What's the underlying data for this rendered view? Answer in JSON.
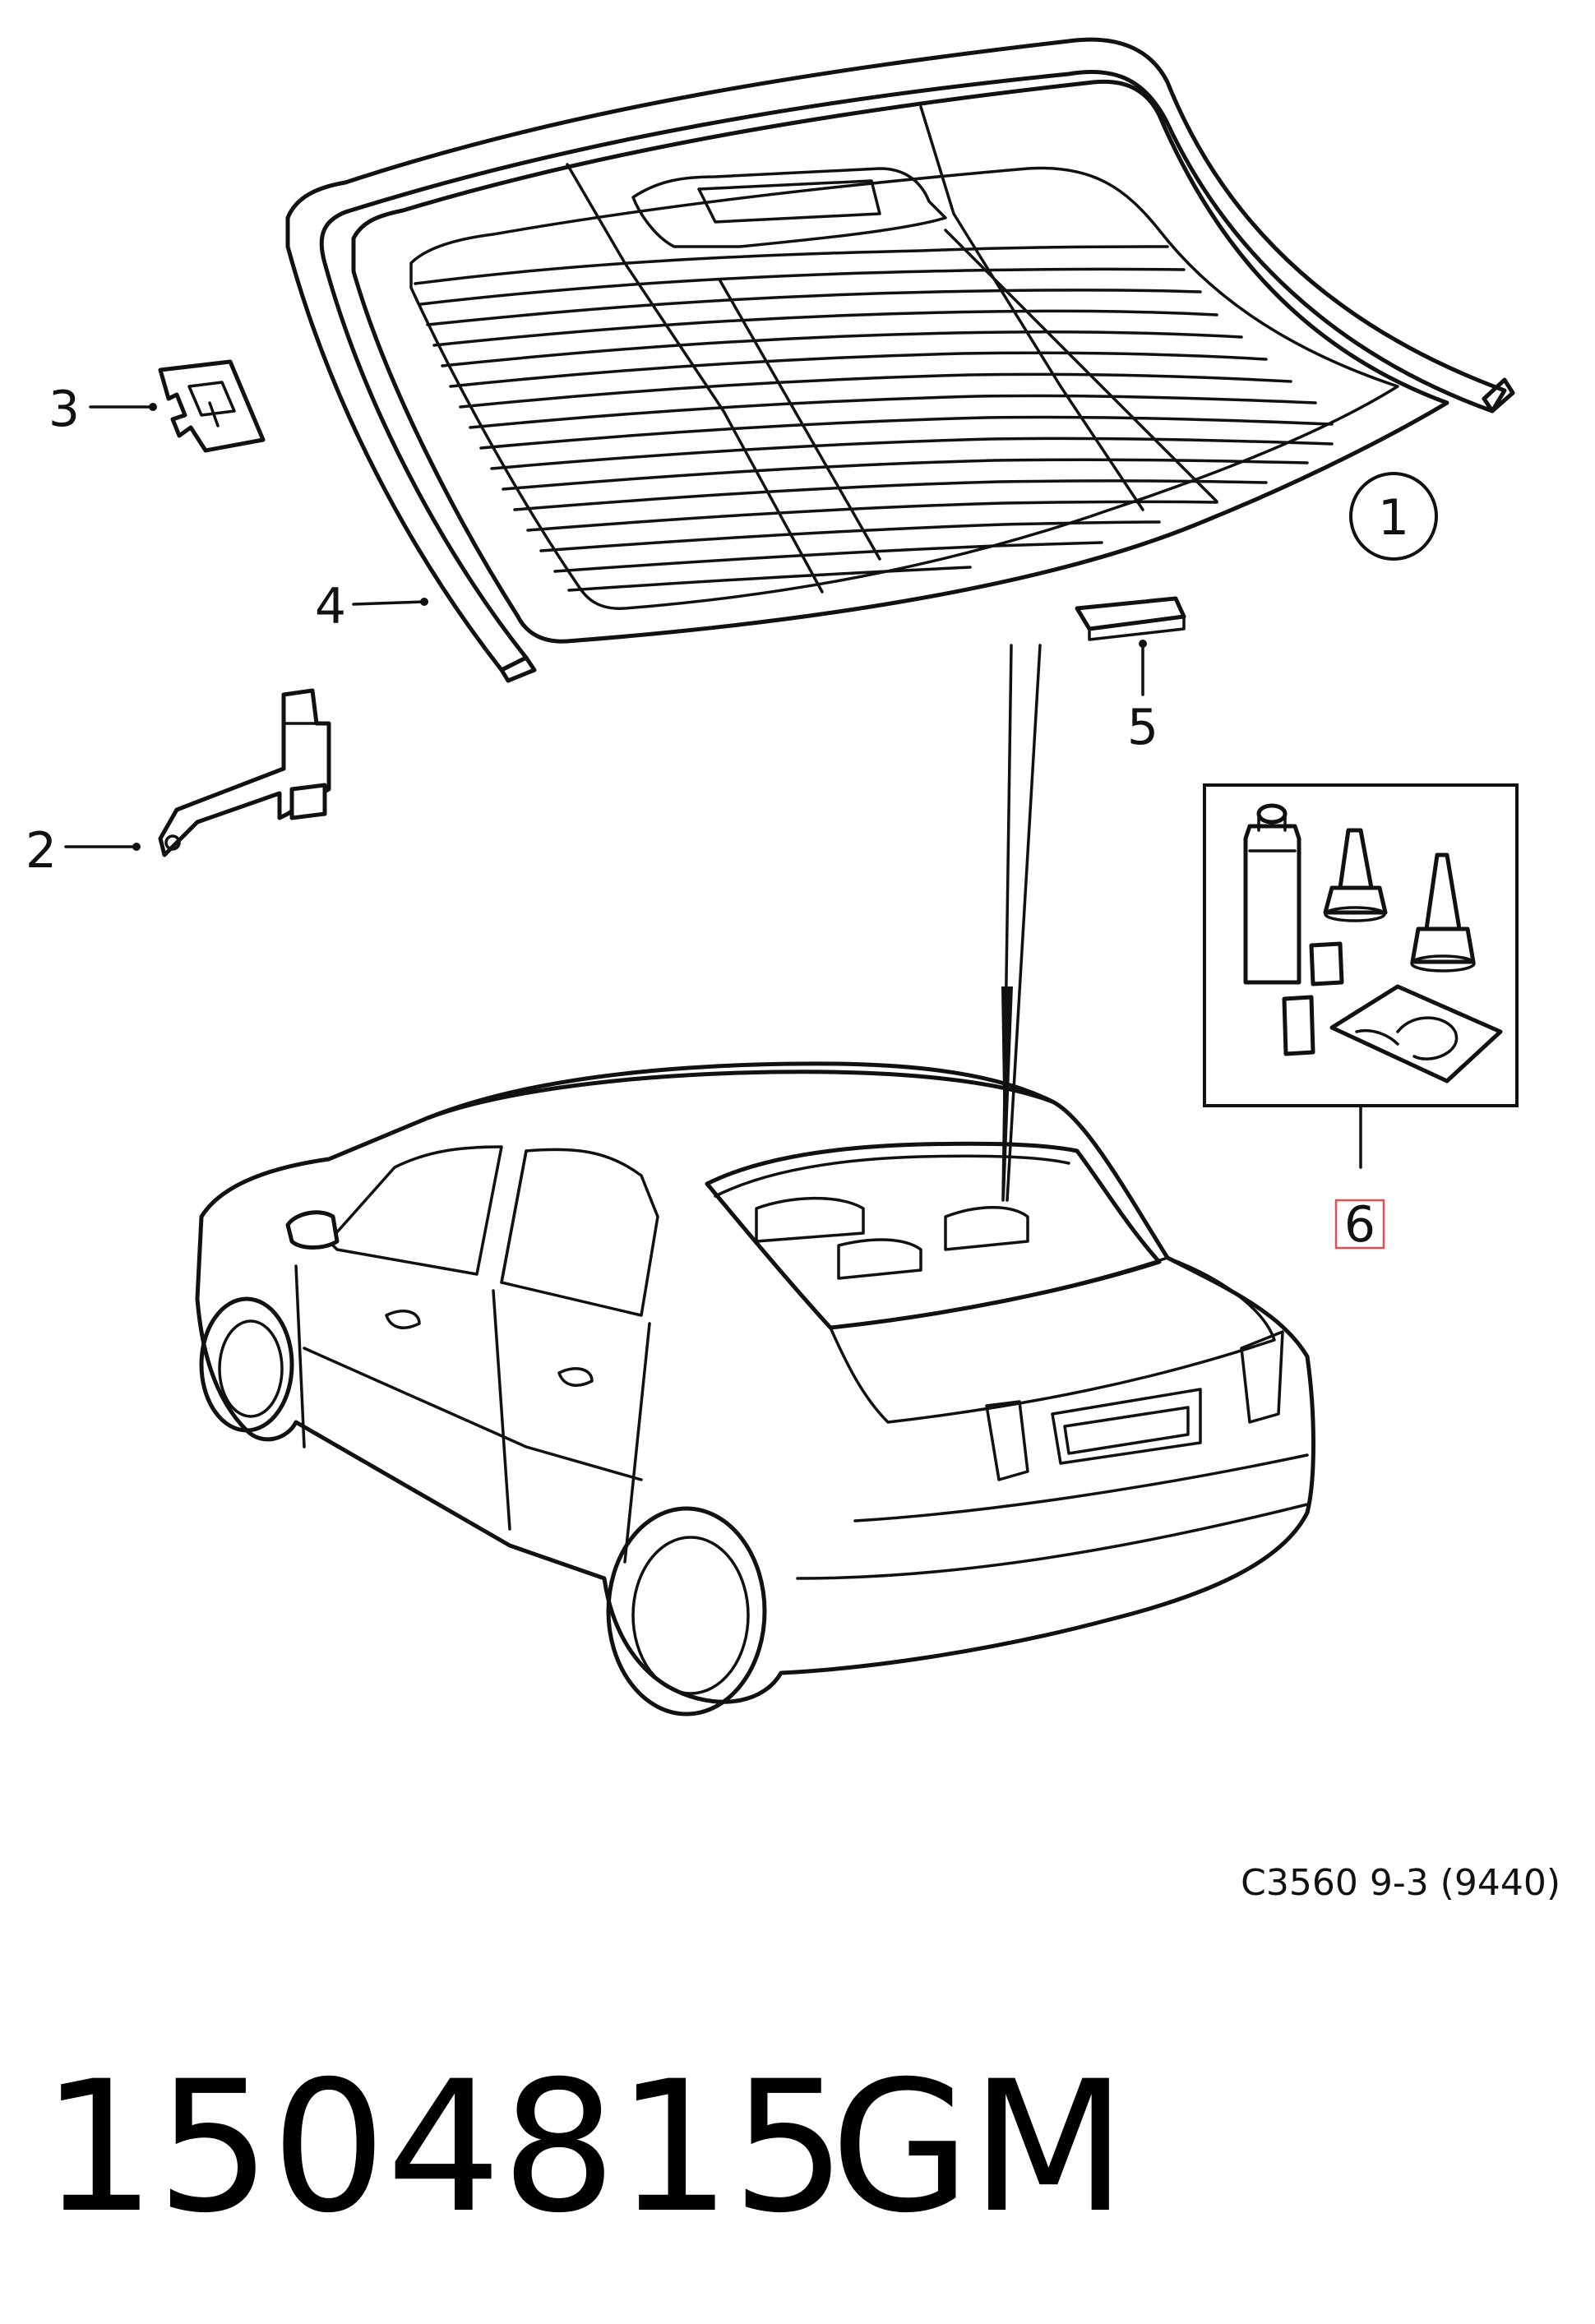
{
  "callouts": [
    {
      "id": "1",
      "label": "1"
    },
    {
      "id": "2",
      "label": "2"
    },
    {
      "id": "3",
      "label": "3"
    },
    {
      "id": "4",
      "label": "4"
    },
    {
      "id": "5",
      "label": "5"
    },
    {
      "id": "6",
      "label": "6",
      "highlight_color": "#e05050"
    }
  ],
  "diagram_ref": "C3560 9-3 (9440)",
  "part_number": "1504815",
  "brand": "GM",
  "colors": {
    "line": "#111111",
    "background": "#ffffff",
    "highlight": "#e05050"
  }
}
